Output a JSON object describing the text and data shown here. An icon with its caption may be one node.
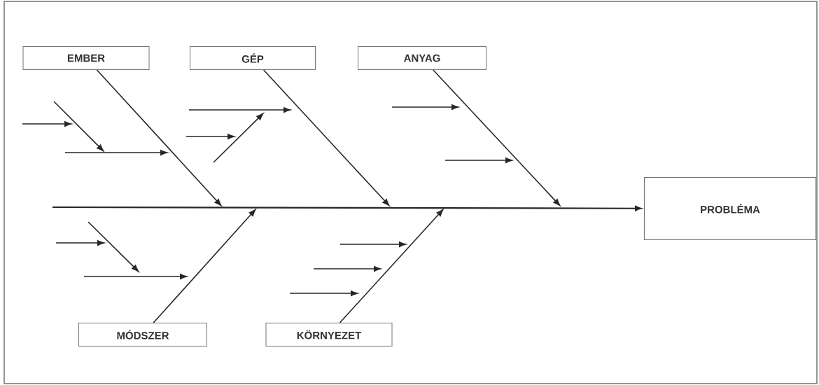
{
  "diagram": {
    "nodes": [
      {
        "text": [
          "EMBER"
        ]
      },
      {
        "text": [
          "GÉP"
        ]
      },
      {
        "text": [
          "ANYAG"
        ]
      },
      {
        "text": [
          "MÓDSZER"
        ]
      },
      {
        "text": [
          "KÖRNYEZET"
        ]
      },
      {
        "text": [
          "PROBLÉMA"
        ]
      }
    ],
    "edges": [
      {
        "from": null,
        "to": 5,
        "arrow": "to"
      },
      {
        "from": 0,
        "to": null,
        "arrow": "to"
      },
      {
        "from": 1,
        "to": null,
        "arrow": "to"
      },
      {
        "from": 2,
        "to": null,
        "arrow": "to"
      },
      {
        "from": 3,
        "to": null,
        "arrow": "to"
      },
      {
        "from": 4,
        "to": null,
        "arrow": "to"
      }
    ]
  }
}
